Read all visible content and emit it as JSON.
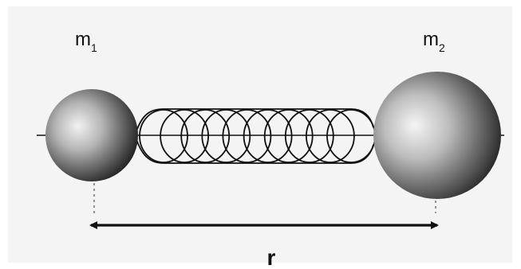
{
  "labels": {
    "mass1": {
      "symbol": "m",
      "subscript": "1"
    },
    "mass2": {
      "symbol": "m",
      "subscript": "2"
    },
    "distance": "r"
  },
  "colors": {
    "background_panel": "#f4f4f4",
    "stroke": "#111111",
    "sphere_highlight": "#ffffff",
    "sphere_shadow": "#000000"
  },
  "icons": {
    "mass1": "shaded-sphere",
    "mass2": "shaded-sphere",
    "spring": "coil-spring",
    "distance": "double-headed-arrow"
  }
}
